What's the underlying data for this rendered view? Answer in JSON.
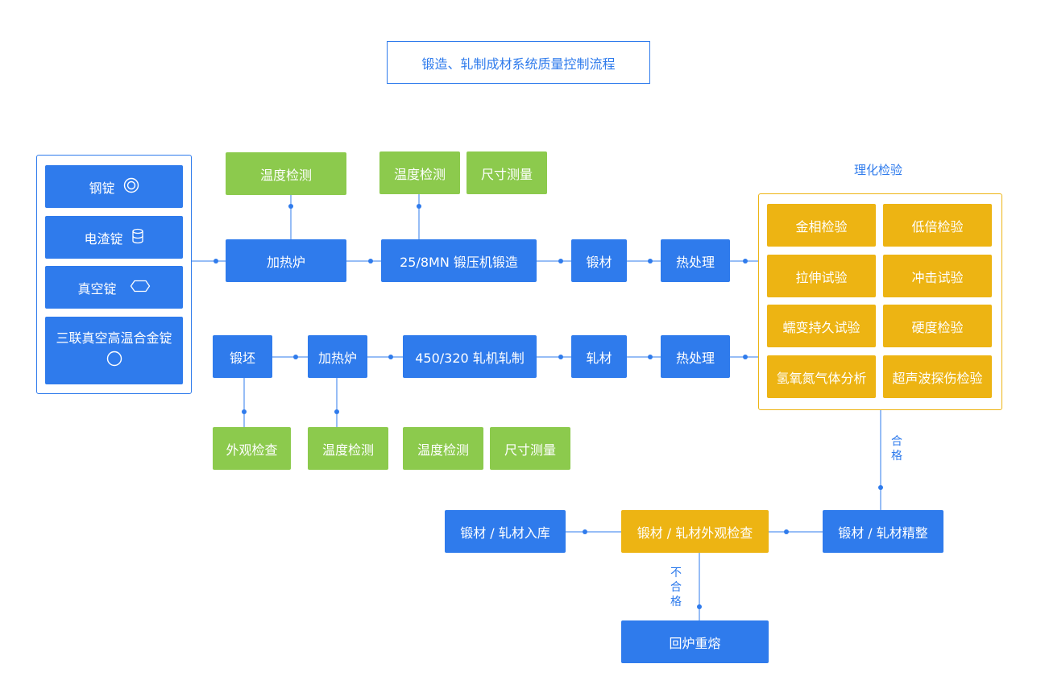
{
  "title": "锻造、轧制成材系统质量控制流程",
  "colors": {
    "blue": "#2f7bec",
    "green": "#8cca4d",
    "yellow": "#edb413"
  },
  "ingots": [
    {
      "label": "钢锭",
      "icon": "double-circle-icon"
    },
    {
      "label": "电渣锭",
      "icon": "cylinder-icon"
    },
    {
      "label": "真空锭",
      "icon": "hexagon-icon"
    },
    {
      "label": "三联真空高温合金锭",
      "icon": "circle-icon"
    }
  ],
  "forging_row": {
    "heating": "加热炉",
    "press": "25/8MN 锻压机锻造",
    "product": "锻材",
    "heat_treat": "热处理",
    "checks": {
      "heating_temp": "温度检测",
      "press_temp": "温度检测",
      "press_size": "尺寸测量"
    }
  },
  "rolling_row": {
    "billet": "锻坯",
    "heating": "加热炉",
    "mill": "450/320 轧机轧制",
    "product": "轧材",
    "heat_treat": "热处理",
    "checks": {
      "billet_visual": "外观检查",
      "heating_temp": "温度检测",
      "mill_temp": "温度检测",
      "mill_size": "尺寸测量"
    }
  },
  "lab": {
    "title": "理化检验",
    "tests": [
      "金相检验",
      "低倍检验",
      "拉伸试验",
      "冲击试验",
      "蠕变持久试验",
      "硬度检验",
      "氢氧氮气体分析",
      "超声波探伤检验"
    ]
  },
  "pass_label": "合格",
  "fail_label": "不合格",
  "finishing": "锻材 / 轧材精整",
  "visual_inspection": "锻材 / 轧材外观检查",
  "storage": "锻材 / 轧材入库",
  "remelt": "回炉重熔"
}
